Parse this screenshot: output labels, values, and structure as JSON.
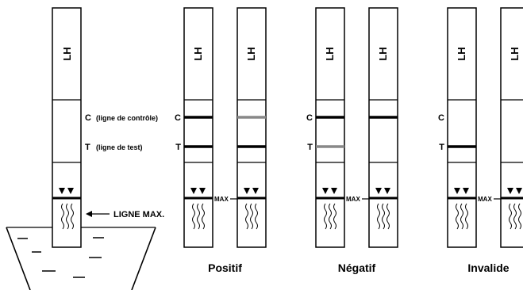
{
  "strip_label": "LH",
  "reference": {
    "control_label": "C",
    "control_desc": "(ligne de contrôle)",
    "test_label": "T",
    "test_desc": "(ligne de test)",
    "max_line_label": "LIGNE MAX."
  },
  "max_label": "MAX",
  "groups": [
    {
      "caption": "Positif",
      "c_label": "C",
      "t_label": "T",
      "strip1": {
        "control": "#000000",
        "test": "#000000"
      },
      "strip2": {
        "control": "#888888",
        "test": "#000000"
      }
    },
    {
      "caption": "Négatif",
      "c_label": "C",
      "t_label": "T",
      "strip1": {
        "control": "#000000",
        "test": "#888888"
      },
      "strip2": {
        "control": "#000000",
        "test": "none"
      }
    },
    {
      "caption": "Invalide",
      "c_label": "C",
      "t_label": "T",
      "strip1": {
        "control": "none",
        "test": "#000000"
      },
      "strip2": {
        "control": "none",
        "test": "none"
      }
    }
  ]
}
